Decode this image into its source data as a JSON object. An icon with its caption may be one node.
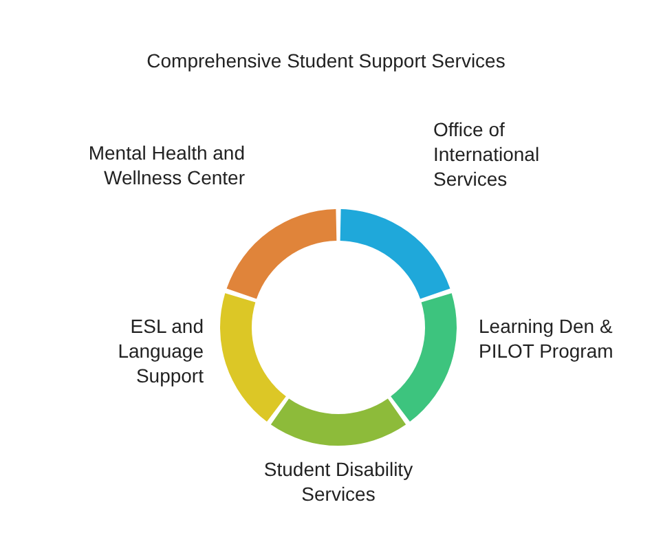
{
  "diagram": {
    "title": "Comprehensive Student Support Services",
    "nodes": [
      {
        "text": [
          "Mental Health and Wellness Center"
        ]
      },
      {
        "text": [
          "Office of International Services"
        ]
      },
      {
        "text": [
          "ESL and Language Support"
        ]
      },
      {
        "text": [
          "Learning Den & PILOT Program"
        ]
      },
      {
        "text": [
          "Student Disability Services"
        ]
      }
    ]
  }
}
